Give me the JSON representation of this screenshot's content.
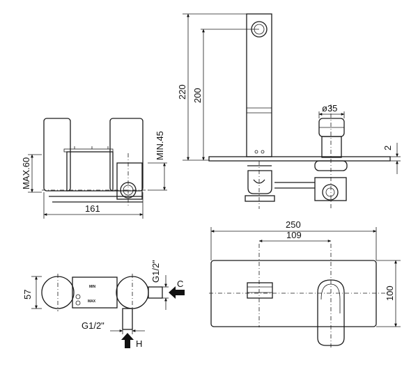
{
  "dimensions": {
    "side_max_height": "MAX.60",
    "side_min_depth": "MIN.45",
    "side_width": "161",
    "spout_height": "220",
    "spout_outlet_height": "200",
    "handle_diameter": "ø35",
    "plate_thickness": "2",
    "plate_width": "250",
    "center_distance": "109",
    "plate_height": "100",
    "body_depth": "57",
    "outlet_thread": "G1/2\"",
    "inlet_thread": "G1/2\""
  },
  "body_labels": {
    "min": "MIN",
    "max": "MAX"
  },
  "flow_labels": {
    "cold": "C",
    "hot": "H"
  }
}
